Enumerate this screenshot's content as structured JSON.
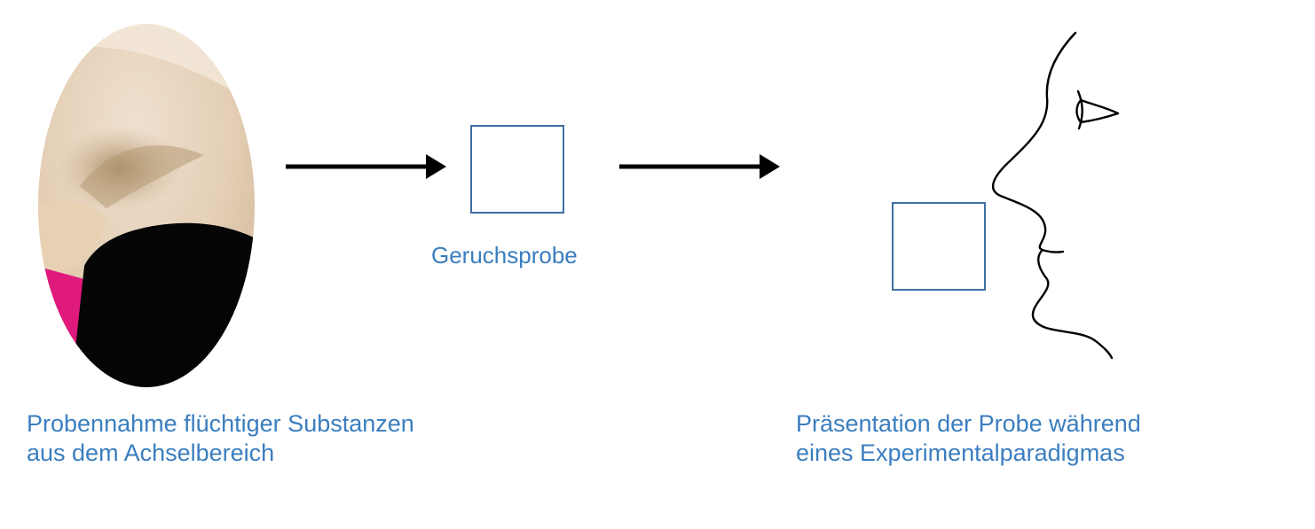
{
  "labels": {
    "sample_label": "Geruchsprobe",
    "left_caption": {
      "line1": "Probennahme flüchtiger Substanzen",
      "line2": "aus dem Achselbereich"
    },
    "right_caption": {
      "line1": "Präsentation der Probe während",
      "line2": "eines Experimentalparadigmas"
    }
  },
  "colors": {
    "accent": "#3a7ebf",
    "arrow": "#000000",
    "box_stroke": "#3f6fa3"
  }
}
